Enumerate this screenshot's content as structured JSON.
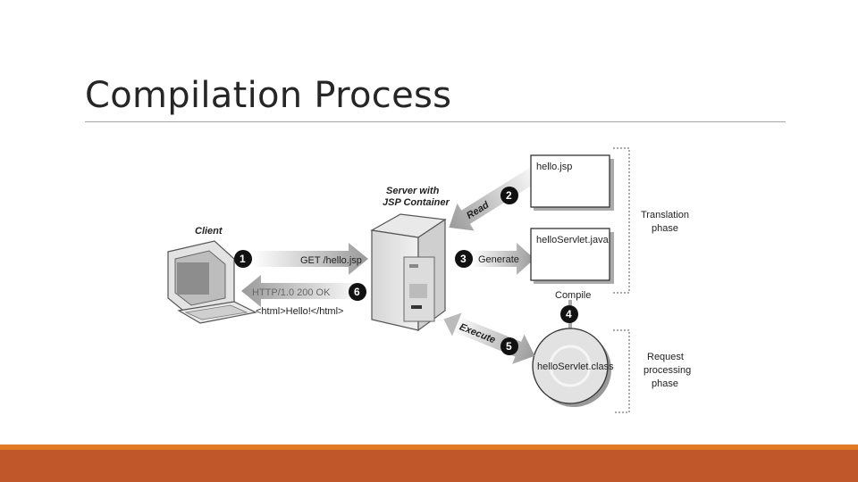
{
  "slide": {
    "title": "Compilation Process"
  },
  "diagram": {
    "client_label": "Client",
    "server_label_line1": "Server with",
    "server_label_line2": "JSP Container",
    "steps": [
      {
        "num": "1",
        "label": "GET /hello.jsp"
      },
      {
        "num": "2",
        "label": "Read"
      },
      {
        "num": "3",
        "label": "Generate"
      },
      {
        "num": "4",
        "label": "Compile"
      },
      {
        "num": "5",
        "label": "Execute"
      },
      {
        "num": "6",
        "label": "HTTP/1.0 200 OK"
      }
    ],
    "response_body": "<html>Hello!</html>",
    "files": {
      "jsp": "hello.jsp",
      "servlet_java": "helloServlet.java",
      "servlet_class": "helloServlet.class"
    },
    "phases": {
      "translation_line1": "Translation",
      "translation_line2": "phase",
      "request_line1": "Request",
      "request_line2": "processing",
      "request_line3": "phase"
    }
  }
}
